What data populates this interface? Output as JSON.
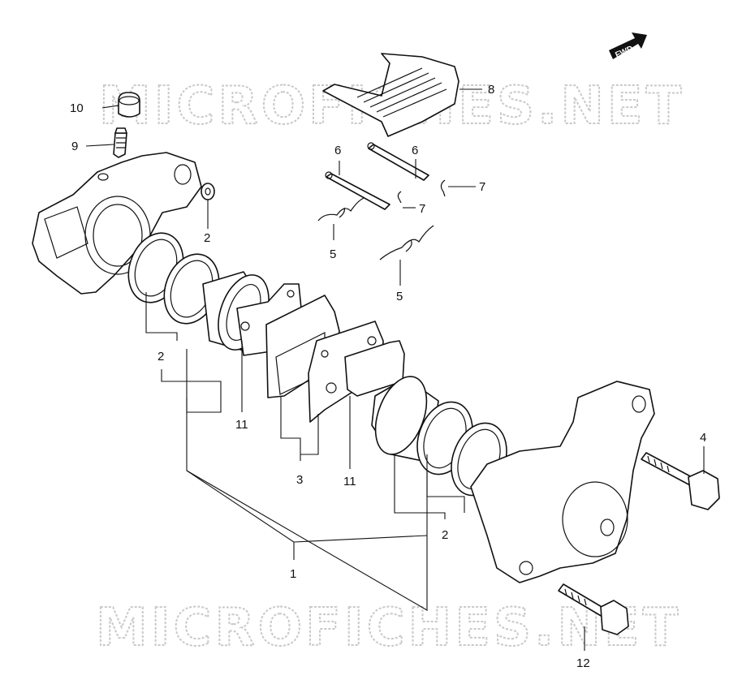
{
  "diagram": {
    "watermark_top": "MICROFICHES.NET",
    "watermark_bottom": "MICROFICHES.NET",
    "fwd_label": "FWD",
    "callouts": {
      "c1": "1",
      "c2a": "2",
      "c2b": "2",
      "c2c": "2",
      "c3": "3",
      "c4": "4",
      "c5a": "5",
      "c5b": "5",
      "c6a": "6",
      "c6b": "6",
      "c7a": "7",
      "c7b": "7",
      "c8": "8",
      "c9": "9",
      "c10": "10",
      "c11a": "11",
      "c11b": "11",
      "c12": "12"
    }
  }
}
